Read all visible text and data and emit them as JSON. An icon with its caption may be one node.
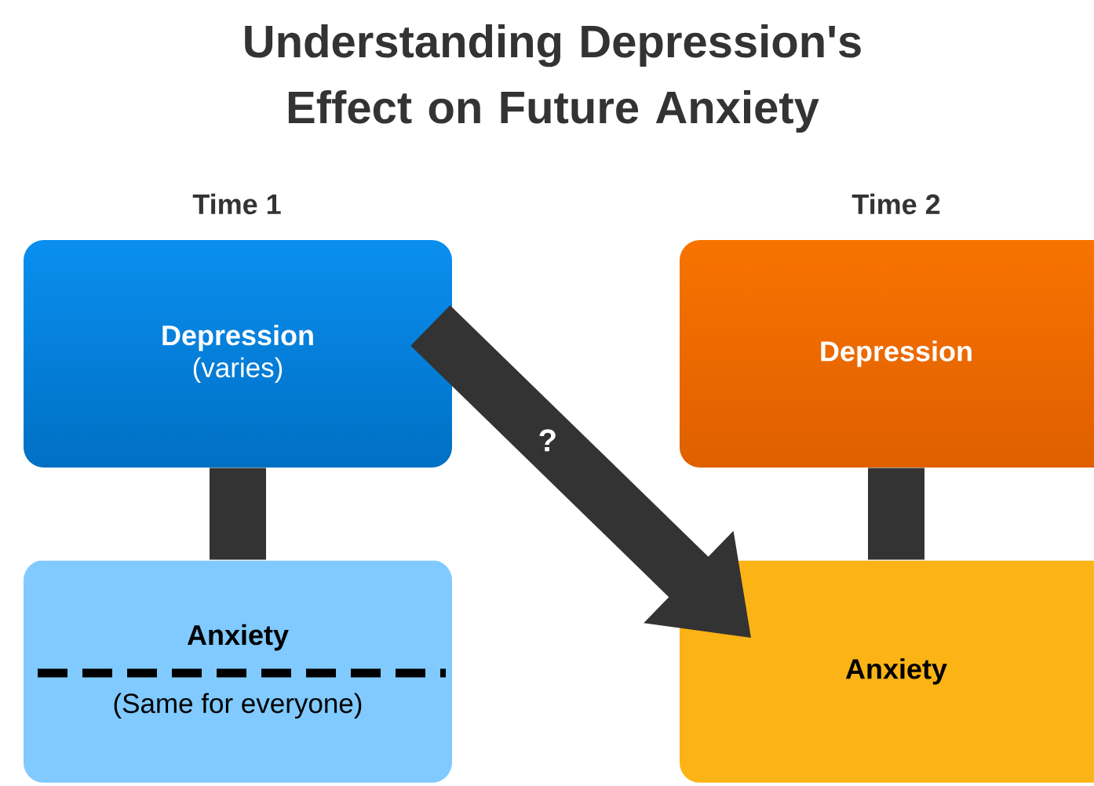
{
  "diagram": {
    "title": "Understanding Depression's Effect on Future Anxiety",
    "nodes": [
      {
        "text": [
          "Depression",
          "(varies)"
        ]
      },
      {
        "text": [
          "Anxiety",
          "(Same for everyone)"
        ]
      },
      {
        "text": [
          "Depression"
        ]
      },
      {
        "text": [
          "Anxiety"
        ]
      }
    ],
    "edges": [
      {
        "from": 0,
        "to": 1,
        "arrow": "none"
      },
      {
        "from": 0,
        "to": 3,
        "arrow": "to",
        "label": "?"
      },
      {
        "from": 2,
        "to": 3,
        "arrow": "none"
      }
    ],
    "labels": [
      "Time 1",
      "Time 2"
    ]
  }
}
